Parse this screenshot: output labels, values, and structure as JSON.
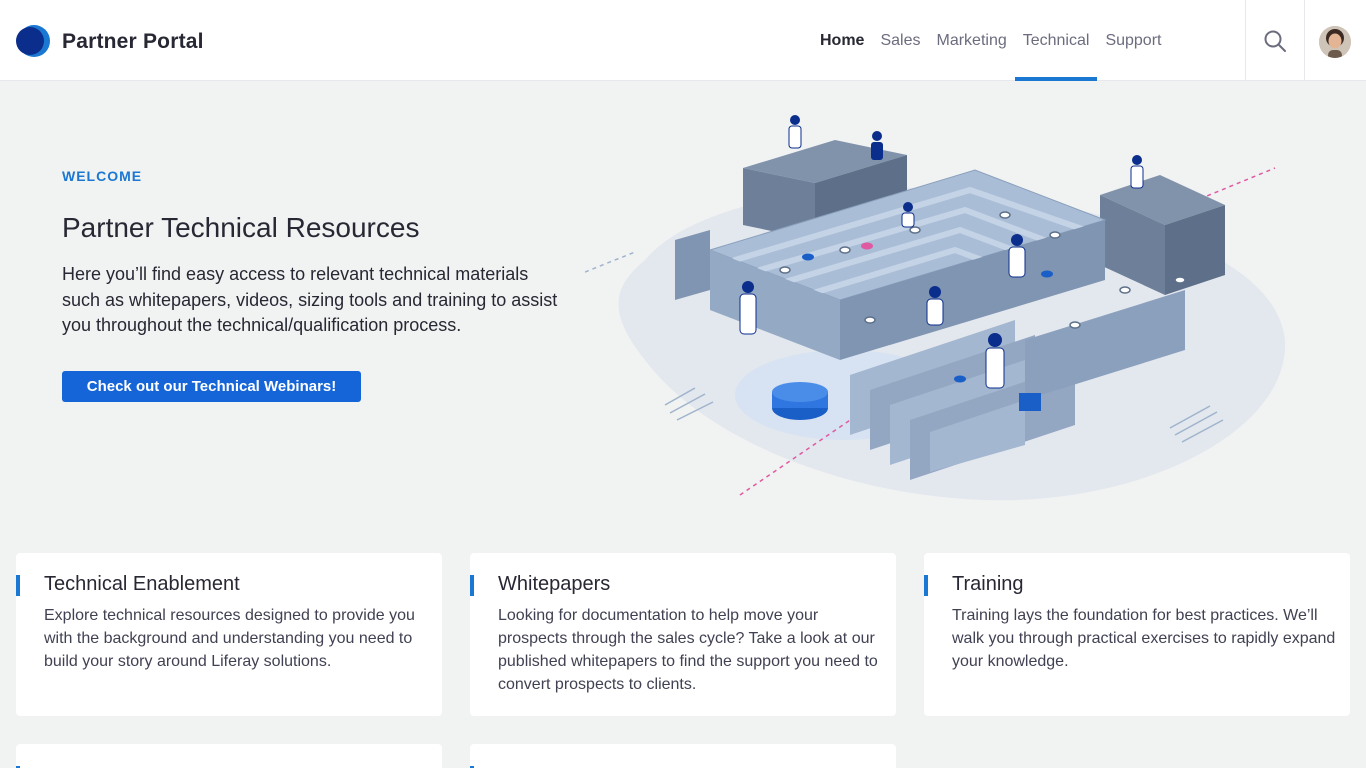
{
  "header": {
    "brand": "Partner Portal",
    "nav": [
      "Home",
      "Sales",
      "Marketing",
      "Technical",
      "Support"
    ],
    "active_nav": "Technical",
    "accent_color": "#1a77d2"
  },
  "hero": {
    "eyebrow": "WELCOME",
    "title": "Partner Technical Resources",
    "description": "Here you’ll find easy access to relevant technical materials such as whitepapers, videos, sizing tools and training to assist you throughout the technical/qualification process.",
    "cta_label": "Check out our Technical Webinars!"
  },
  "cards": [
    {
      "title": "Technical Enablement",
      "body": "Explore technical resources designed to provide you with the background and understanding you need to build your story around Liferay solutions."
    },
    {
      "title": "Whitepapers",
      "body": "Looking for documentation to help move your prospects through the sales cycle? Take a look at our published whitepapers to find the support you need to convert prospects to clients."
    },
    {
      "title": "Training",
      "body": "Training lays the foundation for best practices. We’ll walk you through practical exercises to rapidly expand your knowledge."
    }
  ],
  "icons": {
    "logo": "partner-portal-logo",
    "search": "search-icon",
    "avatar": "user-avatar"
  }
}
